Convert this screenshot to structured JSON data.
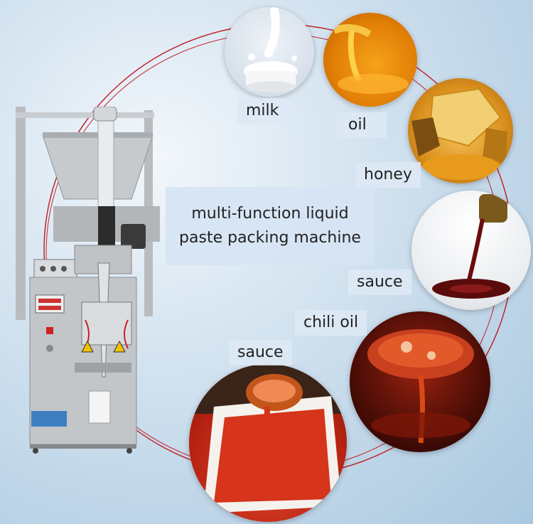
{
  "title": {
    "line1": "multi-function liquid",
    "line2": "paste packing machine"
  },
  "labels": {
    "milk": "milk",
    "oil": "oil",
    "honey": "honey",
    "sauce_right": "sauce",
    "chili_oil": "chili oil",
    "sauce_bottom": "sauce"
  },
  "colors": {
    "ring": "#c0262c",
    "label_bg": "#dce8f4",
    "background": "#cfe0ee"
  }
}
